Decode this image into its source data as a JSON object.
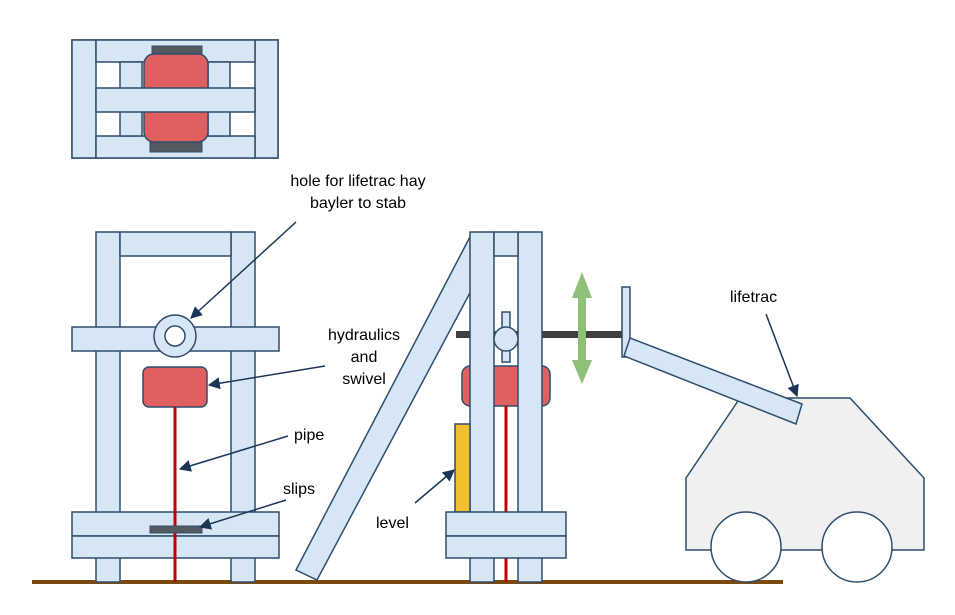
{
  "labels": {
    "hole_line1": "hole for lifetrac hay",
    "hole_line2": "bayler to stab",
    "hydraulics_line1": "hydraulics",
    "hydraulics_line2": "and",
    "hydraulics_line3": "swivel",
    "pipe": "pipe",
    "slips": "slips",
    "level": "level",
    "lifetrac": "lifetrac"
  },
  "colors": {
    "frame_fill": "#d6e6f5",
    "frame_stroke": "#2f4d6e",
    "motor": "#e06060",
    "pipe": "#c00000",
    "ground": "#7a4a10",
    "level": "#f0c030",
    "arrow_green": "#8fc07a",
    "bar": "#404040",
    "vehicle_fill": "#f0f0f0",
    "slips": "#555a60",
    "leader": "#1a3556"
  }
}
